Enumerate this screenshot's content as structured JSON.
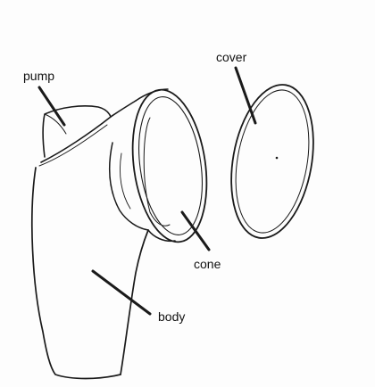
{
  "diagram": {
    "labels": {
      "pump": "pump",
      "cover": "cover",
      "cone": "cone",
      "body": "body"
    }
  },
  "style": {
    "ink": "#1a1a1a",
    "paper": "#fdfdfd"
  }
}
